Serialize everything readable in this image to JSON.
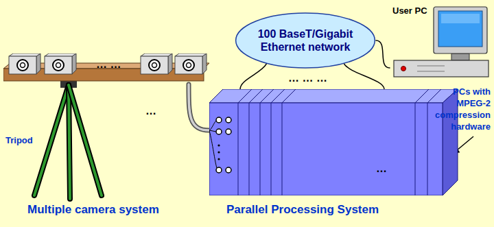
{
  "diagram": {
    "nodes": [
      {
        "text": [
          "100 BaseT/Gigabit Ethernet network"
        ]
      },
      {
        "text": [
          "User PC"
        ]
      },
      {
        "text": [
          "Multiple camera system"
        ]
      },
      {
        "text": [
          "Parallel Processing System"
        ]
      }
    ],
    "edges": [
      {
        "from": 0,
        "to": 1,
        "arrow": "none"
      },
      {
        "from": 0,
        "to": 3,
        "arrow": "none"
      },
      {
        "from": 0,
        "to": 3,
        "arrow": "none"
      },
      {
        "from": 2,
        "to": 3,
        "arrow": "none"
      }
    ],
    "labels": [
      "… …",
      "Tripod",
      "… … …",
      "…",
      "…",
      "PCs with MPEG-2 compression hardware"
    ]
  }
}
